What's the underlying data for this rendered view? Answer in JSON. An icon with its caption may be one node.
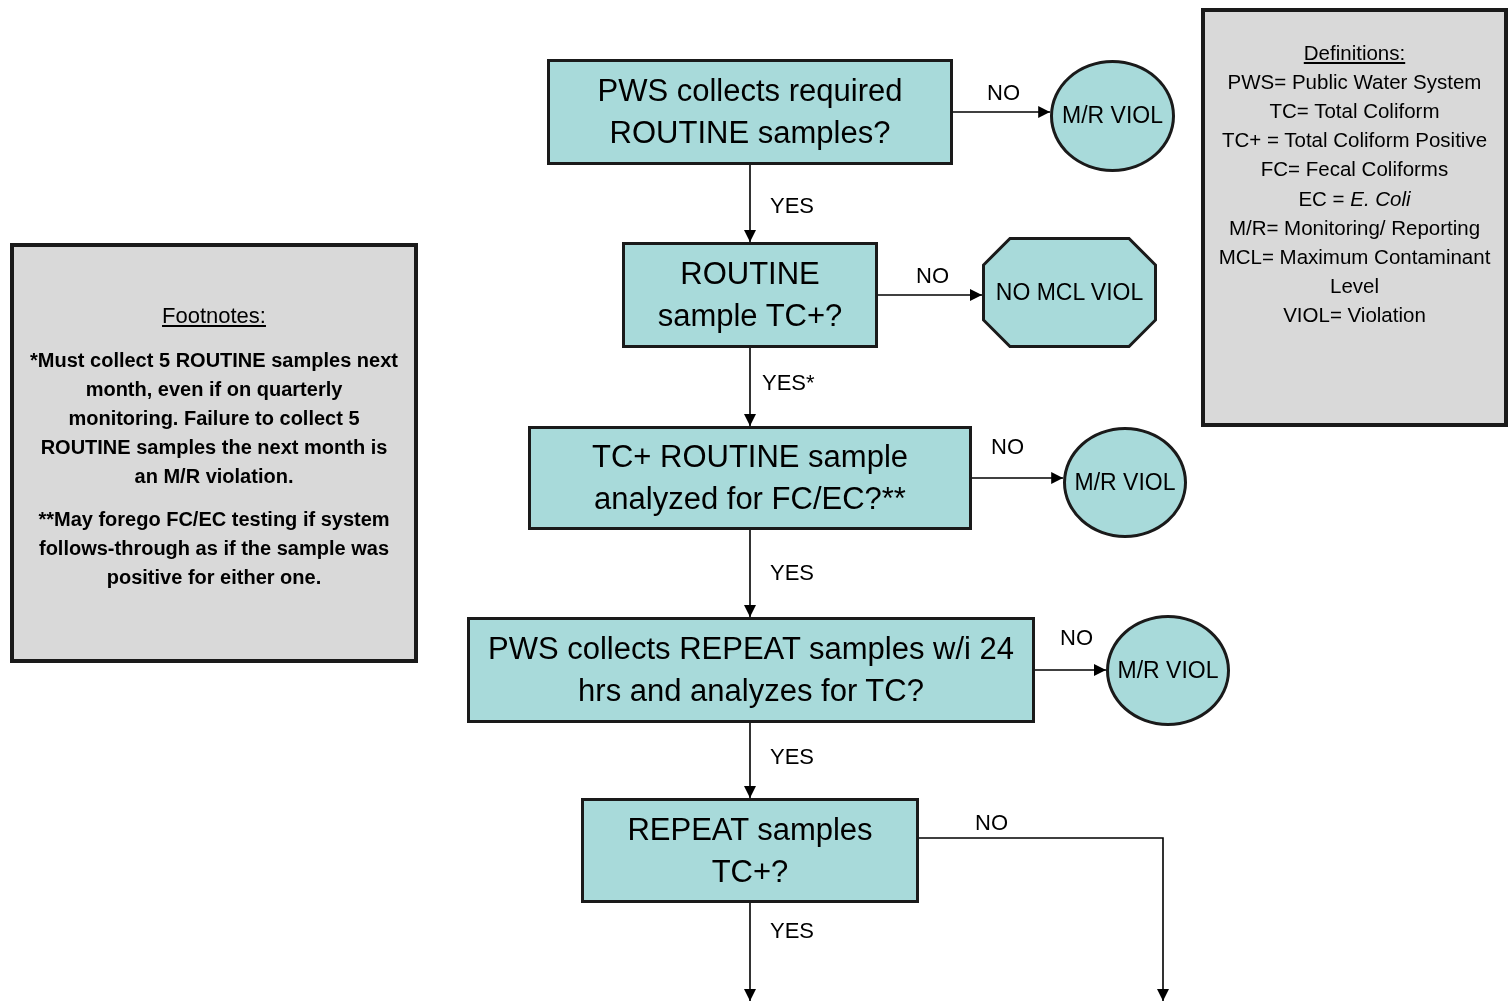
{
  "diagram": {
    "nodes": [
      {
        "text": [
          "PWS collects required ROUTINE samples?"
        ]
      },
      {
        "text": [
          "M/R VIOL"
        ]
      },
      {
        "text": [
          "ROUTINE sample TC+?"
        ]
      },
      {
        "text": [
          "NO MCL VIOL"
        ]
      },
      {
        "text": [
          "TC+ ROUTINE sample analyzed for FC/EC?**"
        ]
      },
      {
        "text": [
          "M/R VIOL"
        ]
      },
      {
        "text": [
          "PWS collects REPEAT samples w/i 24 hrs and analyzes for TC?"
        ]
      },
      {
        "text": [
          "M/R VIOL"
        ]
      },
      {
        "text": [
          "REPEAT samples TC+?"
        ]
      },
      {
        "text": [
          "Footnotes:",
          "*Must collect 5 ROUTINE samples next month, even if on quarterly monitoring.  Failure to collect 5 ROUTINE samples the next month is an M/R violation.",
          "**May forego FC/EC testing if system follows-through as if the sample was positive for either one."
        ]
      },
      {
        "text": [
          "Definitions:",
          "PWS= Public Water System",
          "TC= Total Coliform",
          "TC+ = Total Coliform Positive",
          "FC= Fecal Coliforms",
          "EC = *E. Coli*",
          "M/R= Monitoring/ Reporting",
          "MCL= Maximum Contaminant Level",
          "VIOL= Violation"
        ]
      }
    ],
    "edges": [
      {
        "from": 0,
        "to": 1,
        "arrow": "to",
        "label": "NO"
      },
      {
        "from": 0,
        "to": 2,
        "arrow": "to",
        "label": "YES"
      },
      {
        "from": 2,
        "to": 3,
        "arrow": "to",
        "label": "NO"
      },
      {
        "from": 2,
        "to": 4,
        "arrow": "to",
        "label": "YES*"
      },
      {
        "from": 4,
        "to": 5,
        "arrow": "to",
        "label": "NO"
      },
      {
        "from": 4,
        "to": 6,
        "arrow": "to",
        "label": "YES"
      },
      {
        "from": 6,
        "to": 7,
        "arrow": "to",
        "label": "NO"
      },
      {
        "from": 6,
        "to": 8,
        "arrow": "to",
        "label": "YES"
      },
      {
        "from": 8,
        "to": null,
        "arrow": "to",
        "label": "YES"
      },
      {
        "from": 8,
        "to": null,
        "arrow": "to",
        "label": "NO"
      }
    ]
  }
}
